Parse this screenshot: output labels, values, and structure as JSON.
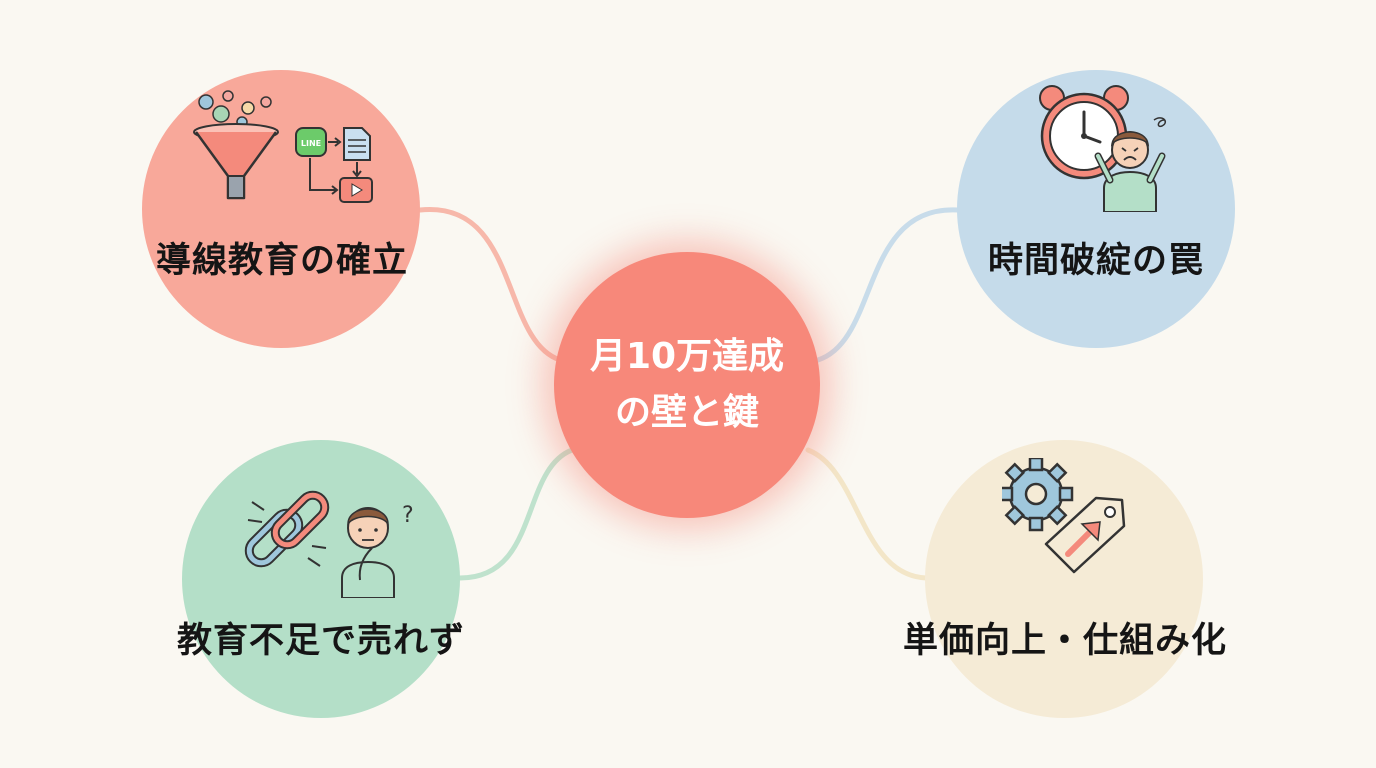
{
  "center": {
    "line1": "月10万達成",
    "line2": "の壁と鍵"
  },
  "nodes": {
    "top_left": {
      "label": "導線教育の確立",
      "icon_text": "LINE",
      "icon": "funnel-flow-icon"
    },
    "top_right": {
      "label": "時間破綻の罠",
      "icon": "alarm-clock-stressed-person-icon"
    },
    "bottom_left": {
      "label": "教育不足で売れず",
      "icon": "broken-chain-confused-person-icon"
    },
    "bottom_right": {
      "label": "単価向上・仕組み化",
      "icon": "gear-price-tag-icon"
    }
  },
  "colors": {
    "background": "#faf8f2",
    "center": "#f7887a",
    "top_left": "#f8a89a",
    "top_right": "#c5dbea",
    "bottom_left": "#b4dfc8",
    "bottom_right": "#f5ebd6"
  }
}
